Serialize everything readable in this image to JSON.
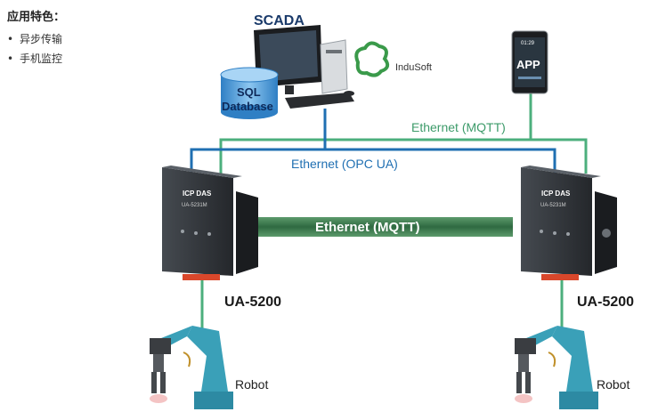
{
  "features": {
    "title": "应用特色：",
    "items": [
      "异步传输",
      "手机监控"
    ]
  },
  "diagram": {
    "scada_label": "SCADA",
    "sql_label_line1": "SQL",
    "sql_label_line2": "Database",
    "indusoft_label": "InduSoft",
    "app_label": "APP",
    "phone_time": "01:29",
    "ethernet_mqtt_top": "Ethernet (MQTT)",
    "ethernet_opcua": "Ethernet (OPC UA)",
    "ethernet_mqtt_middle": "Ethernet (MQTT)",
    "device_left_label": "UA-5200",
    "device_right_label": "UA-5200",
    "device_brand": "ICP DAS",
    "device_model": "UA-5231M",
    "robot_left_label": "Robot",
    "robot_right_label": "Robot"
  },
  "colors": {
    "opcua_line": "#1f6fb2",
    "mqtt_line": "#4caf7d",
    "mqtt_band": "#3a7a4e",
    "device_body": "#2e3236",
    "robot_arm": "#3aa0b8"
  }
}
